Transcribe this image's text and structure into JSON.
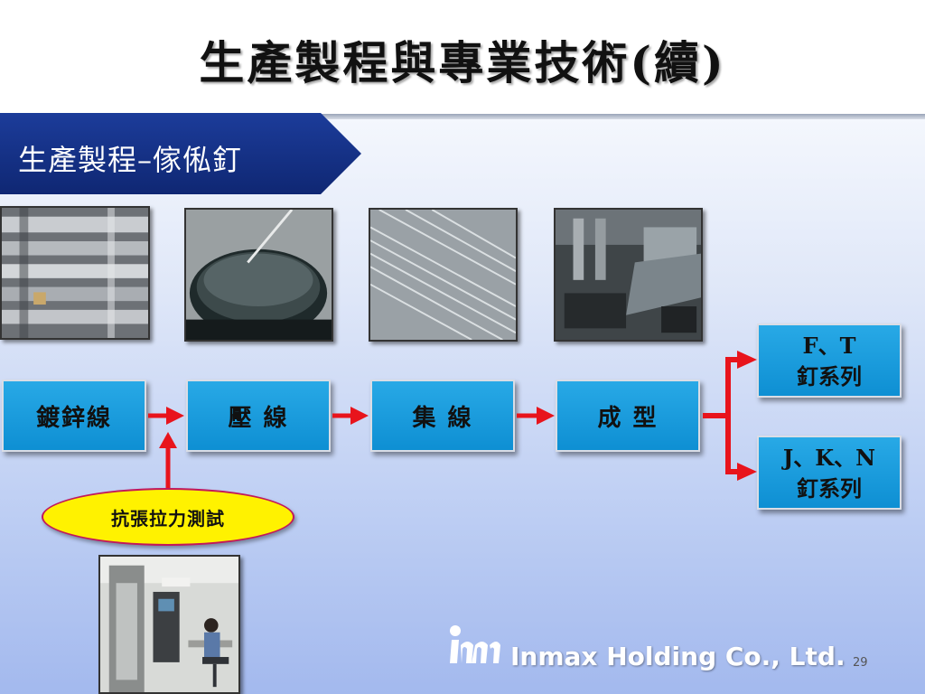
{
  "slide": {
    "title": "生產製程與專業技術(續)",
    "section_label": "生產製程–傢俬釘"
  },
  "process_steps": [
    {
      "label": "鍍鋅線"
    },
    {
      "label": "壓 線"
    },
    {
      "label": "集 線"
    },
    {
      "label": "成 型"
    }
  ],
  "outputs": [
    {
      "line1": "F、T",
      "line2": "釘系列"
    },
    {
      "line1": "J、K、N",
      "line2": "釘系列"
    }
  ],
  "test": {
    "label": "抗張拉力測試"
  },
  "footer": {
    "company": "Inmax Holding Co., Ltd.",
    "page_number": "29"
  },
  "colors": {
    "banner": "#1c3c9a",
    "process_box": "#1a9bdc",
    "arrow": "#e8141c",
    "test_ellipse": "#fff200"
  }
}
